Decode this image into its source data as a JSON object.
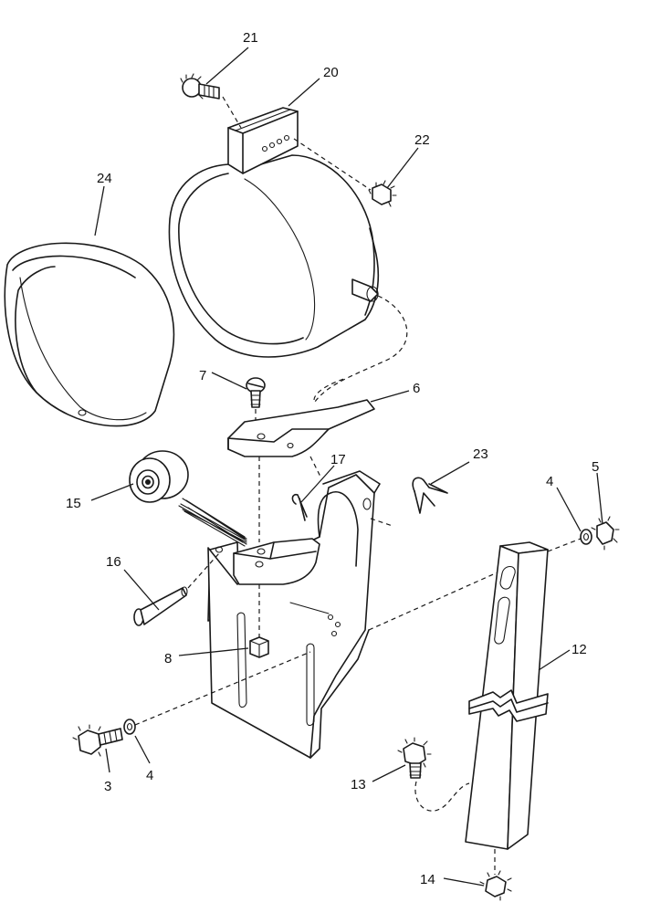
{
  "diagram": {
    "callouts": [
      {
        "id": "c21",
        "label": "21"
      },
      {
        "id": "c20",
        "label": "20"
      },
      {
        "id": "c22",
        "label": "22"
      },
      {
        "id": "c24",
        "label": "24"
      },
      {
        "id": "c7",
        "label": "7"
      },
      {
        "id": "c6",
        "label": "6"
      },
      {
        "id": "c23",
        "label": "23"
      },
      {
        "id": "c17",
        "label": "17"
      },
      {
        "id": "c15",
        "label": "15"
      },
      {
        "id": "c4a",
        "label": "4"
      },
      {
        "id": "c5",
        "label": "5"
      },
      {
        "id": "c16",
        "label": "16"
      },
      {
        "id": "c12",
        "label": "12"
      },
      {
        "id": "c8",
        "label": "8"
      },
      {
        "id": "c3",
        "label": "3"
      },
      {
        "id": "c4b",
        "label": "4"
      },
      {
        "id": "c13",
        "label": "13"
      },
      {
        "id": "c14",
        "label": "14"
      }
    ]
  }
}
